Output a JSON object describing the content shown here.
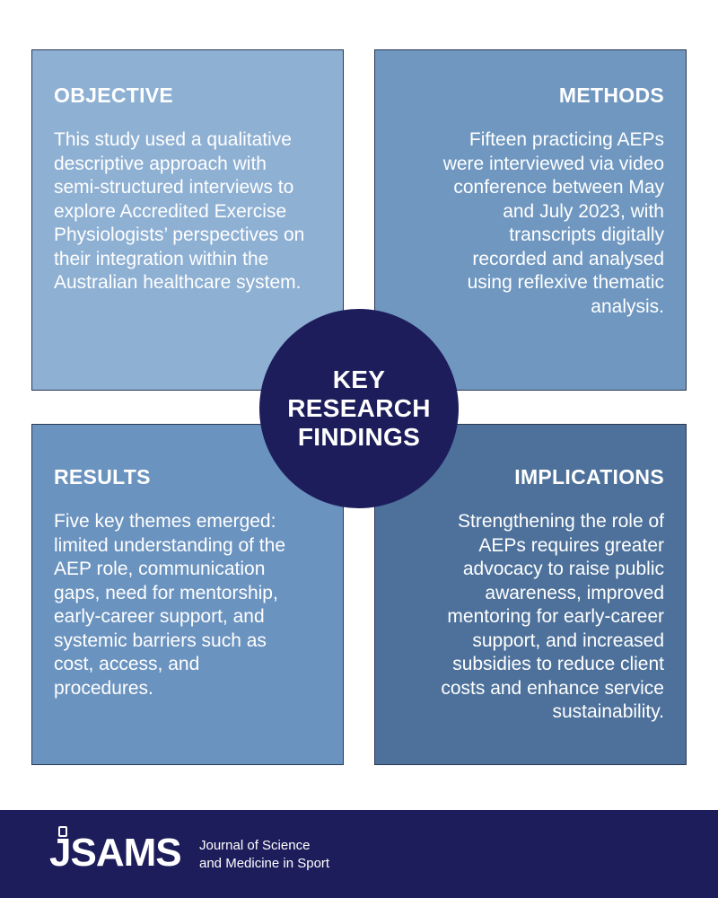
{
  "panels": {
    "objective": {
      "heading": "OBJECTIVE",
      "body": "This study used a qualitative descriptive approach with semi-structured interviews to explore Accredited Exercise Physiologists’ perspectives on their integration within the Australian healthcare system."
    },
    "methods": {
      "heading": "METHODS",
      "body": "Fifteen practicing AEPs were interviewed via video conference between May and July 2023, with transcripts digitally recorded and analysed using reflexive thematic analysis."
    },
    "results": {
      "heading": "RESULTS",
      "body": "Five key themes emerged: limited understanding of the AEP role, communication gaps, need for mentorship, early-career support, and systemic barriers such as cost, access, and procedures."
    },
    "implications": {
      "heading": "IMPLICATIONS",
      "body": "Strengthening the role of AEPs requires greater advocacy to raise public awareness, improved mentoring for early-career support, and increased subsidies to reduce client costs and enhance service sustainability."
    }
  },
  "center": {
    "line1": "KEY",
    "line2": "RESEARCH",
    "line3": "FINDINGS"
  },
  "footer": {
    "logo": "JSAMS",
    "journal_line1": "Journal of Science",
    "journal_line2": "and Medicine in Sport"
  },
  "colors": {
    "navy": "#1d1d5c",
    "objective_bg": "#8eb0d3",
    "methods_bg": "#6f97c0",
    "results_bg": "#6b93bf",
    "implications_bg": "#4d719b"
  }
}
